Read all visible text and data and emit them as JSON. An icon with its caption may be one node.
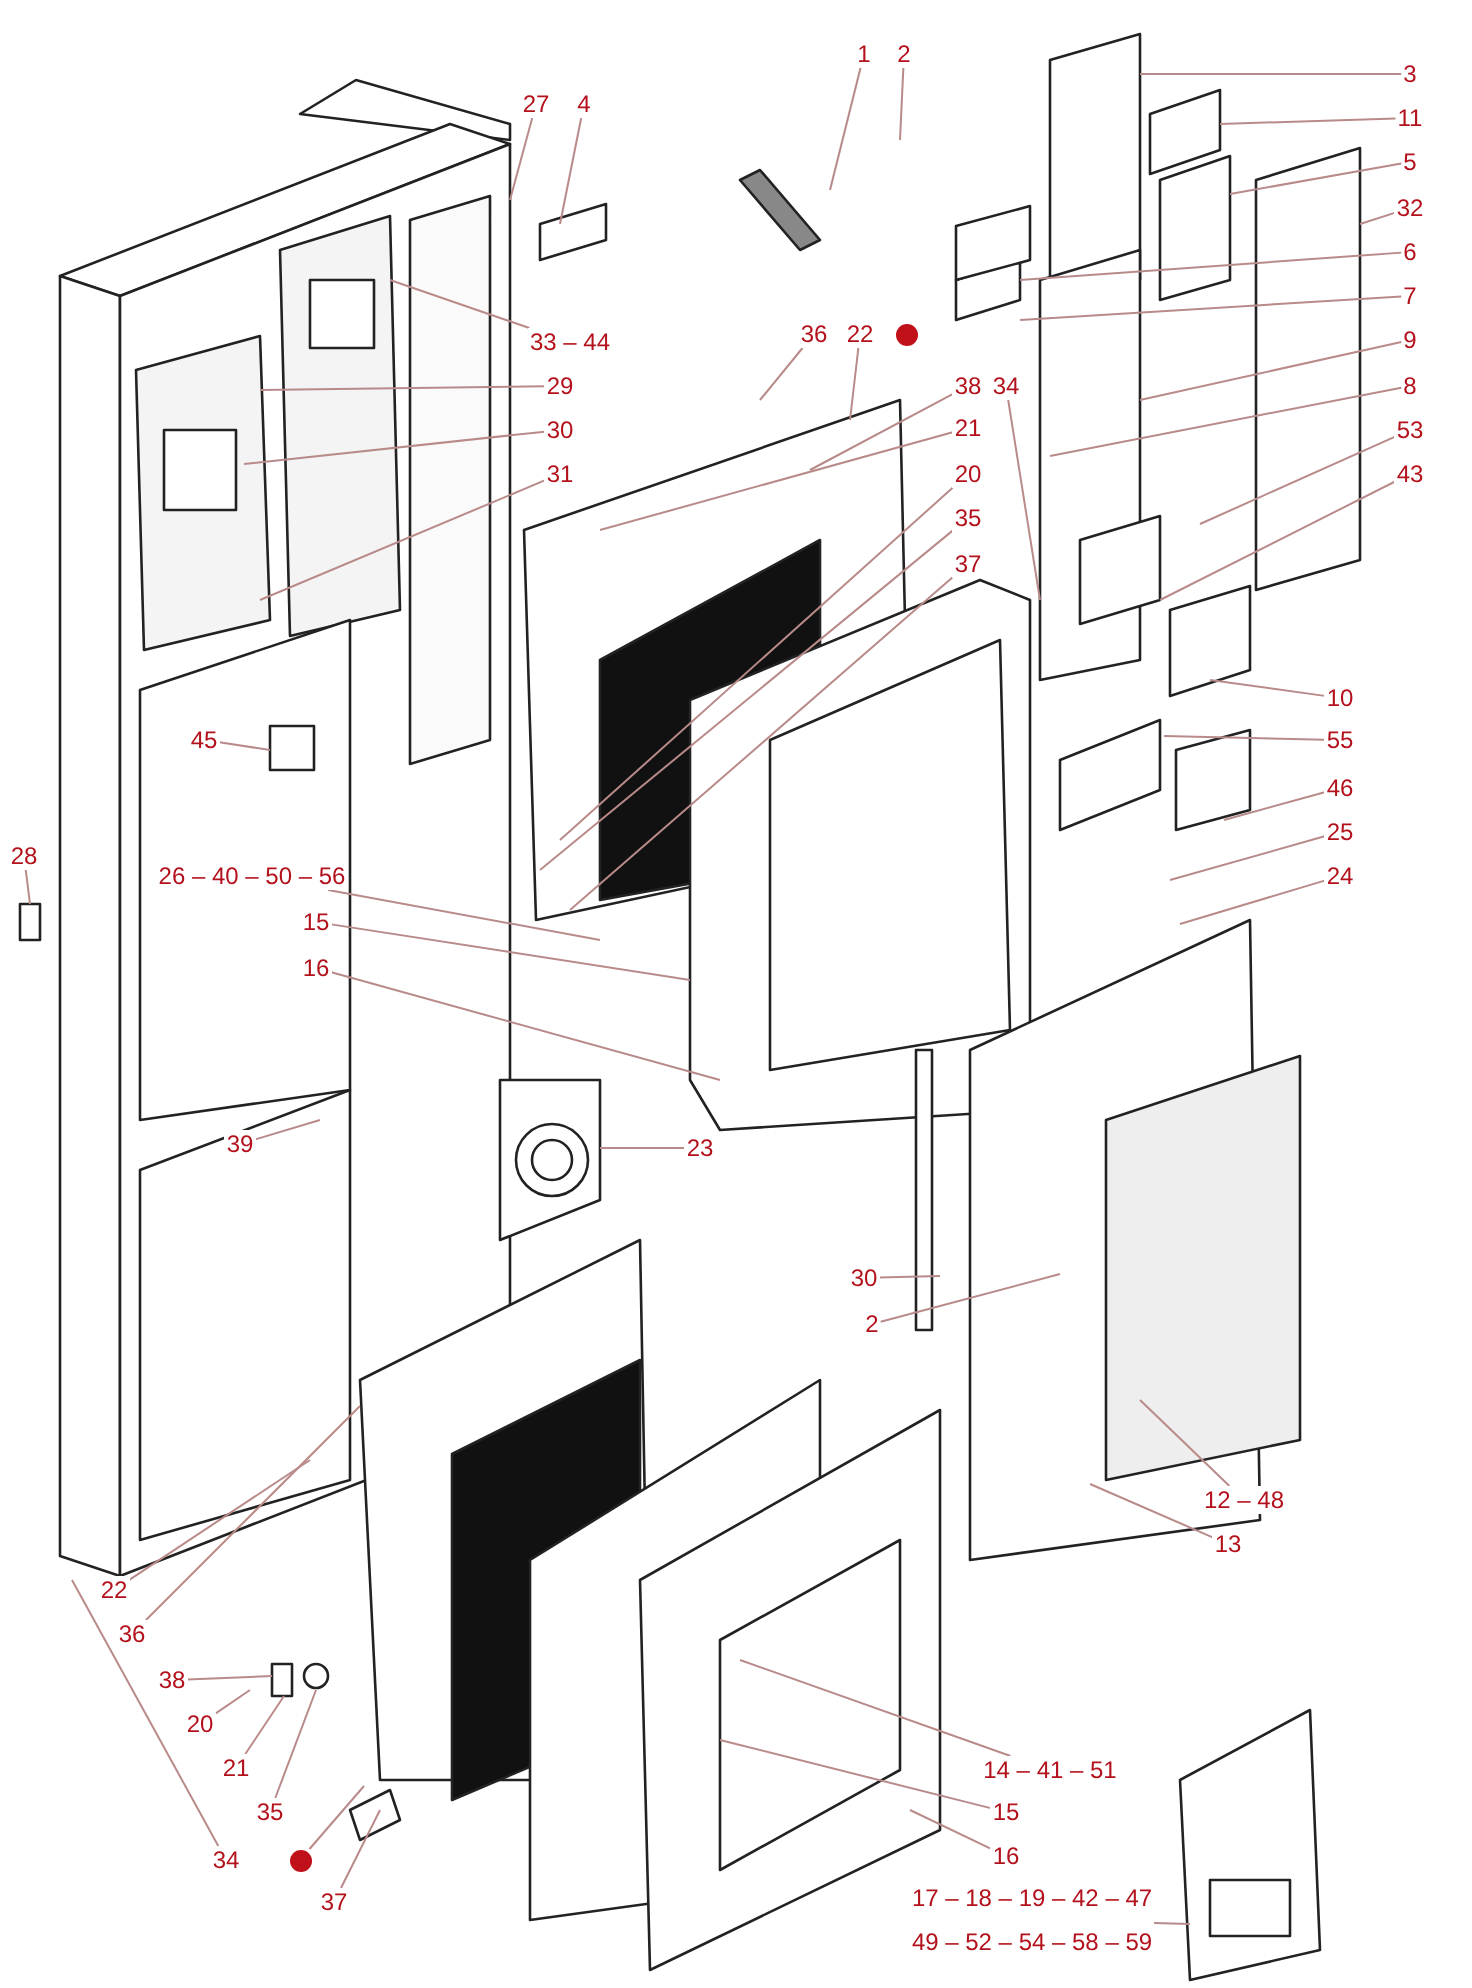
{
  "diagram": {
    "nodes": [
      {
        "text": [
          "1"
        ]
      },
      {
        "text": [
          "2"
        ]
      },
      {
        "text": [
          "27"
        ]
      },
      {
        "text": [
          "4"
        ]
      },
      {
        "text": [
          "3"
        ]
      },
      {
        "text": [
          "11"
        ]
      },
      {
        "text": [
          "5"
        ]
      },
      {
        "text": [
          "32"
        ]
      },
      {
        "text": [
          "6"
        ]
      },
      {
        "text": [
          "7"
        ]
      },
      {
        "text": [
          "33 – 44"
        ]
      },
      {
        "text": [
          "36"
        ]
      },
      {
        "text": [
          "22"
        ]
      },
      {
        "text": [],
        "shape": "circle"
      },
      {
        "text": [
          "9"
        ]
      },
      {
        "text": [
          "38"
        ]
      },
      {
        "text": [
          "34"
        ]
      },
      {
        "text": [
          "29"
        ]
      },
      {
        "text": [
          "8"
        ]
      },
      {
        "text": [
          "30"
        ]
      },
      {
        "text": [
          "21"
        ]
      },
      {
        "text": [
          "53"
        ]
      },
      {
        "text": [
          "31"
        ]
      },
      {
        "text": [
          "20"
        ]
      },
      {
        "text": [
          "43"
        ]
      },
      {
        "text": [
          "35"
        ]
      },
      {
        "text": [
          "37"
        ]
      },
      {
        "text": [
          "10"
        ]
      },
      {
        "text": [
          "45"
        ]
      },
      {
        "text": [
          "55"
        ]
      },
      {
        "text": [
          "46"
        ]
      },
      {
        "text": [
          "25"
        ]
      },
      {
        "text": [
          "28"
        ]
      },
      {
        "text": [
          "26 – 40 – 50 – 56"
        ]
      },
      {
        "text": [
          "24"
        ]
      },
      {
        "text": [
          "15"
        ]
      },
      {
        "text": [
          "16"
        ]
      },
      {
        "text": [
          "39"
        ]
      },
      {
        "text": [
          "23"
        ]
      },
      {
        "text": [
          "30"
        ]
      },
      {
        "text": [
          "2"
        ]
      },
      {
        "text": [
          "12 – 48"
        ]
      },
      {
        "text": [
          "13"
        ]
      },
      {
        "text": [
          "22"
        ]
      },
      {
        "text": [
          "36"
        ]
      },
      {
        "text": [
          "38"
        ]
      },
      {
        "text": [
          "20"
        ]
      },
      {
        "text": [
          "21"
        ]
      },
      {
        "text": [
          "35"
        ]
      },
      {
        "text": [
          "34"
        ]
      },
      {
        "text": [],
        "shape": "circle"
      },
      {
        "text": [
          "37"
        ]
      },
      {
        "text": [
          "14 – 41 – 51"
        ]
      },
      {
        "text": [
          "15"
        ]
      },
      {
        "text": [
          "16"
        ]
      },
      {
        "text": [
          "17 – 18 – 19 – 42 – 47",
          "49 – 52 – 54 – 58 – 59"
        ]
      }
    ],
    "edges": [
      {
        "from": 0,
        "to": null,
        "arrow": "none"
      },
      {
        "from": 1,
        "to": null,
        "arrow": "none"
      },
      {
        "from": 2,
        "to": null,
        "arrow": "none"
      },
      {
        "from": 3,
        "to": null,
        "arrow": "none"
      },
      {
        "from": 4,
        "to": null,
        "arrow": "none"
      },
      {
        "from": 5,
        "to": null,
        "arrow": "none"
      },
      {
        "from": 6,
        "to": null,
        "arrow": "none"
      },
      {
        "from": 7,
        "to": null,
        "arrow": "none"
      },
      {
        "from": 8,
        "to": null,
        "arrow": "none"
      },
      {
        "from": 9,
        "to": null,
        "arrow": "none"
      },
      {
        "from": 10,
        "to": null,
        "arrow": "none"
      },
      {
        "from": 11,
        "to": null,
        "arrow": "none"
      },
      {
        "from": 12,
        "to": null,
        "arrow": "none"
      },
      {
        "from": 14,
        "to": null,
        "arrow": "none"
      },
      {
        "from": 15,
        "to": null,
        "arrow": "none"
      },
      {
        "from": 16,
        "to": null,
        "arrow": "none"
      },
      {
        "from": 17,
        "to": null,
        "arrow": "none"
      },
      {
        "from": 18,
        "to": null,
        "arrow": "none"
      },
      {
        "from": 19,
        "to": null,
        "arrow": "none"
      },
      {
        "from": 20,
        "to": null,
        "arrow": "none"
      },
      {
        "from": 21,
        "to": null,
        "arrow": "none"
      },
      {
        "from": 22,
        "to": null,
        "arrow": "none"
      },
      {
        "from": 23,
        "to": null,
        "arrow": "none"
      },
      {
        "from": 24,
        "to": null,
        "arrow": "none"
      },
      {
        "from": 25,
        "to": null,
        "arrow": "none"
      },
      {
        "from": 26,
        "to": null,
        "arrow": "none"
      },
      {
        "from": 27,
        "to": null,
        "arrow": "none"
      },
      {
        "from": 28,
        "to": null,
        "arrow": "none"
      },
      {
        "from": 29,
        "to": null,
        "arrow": "none"
      },
      {
        "from": 30,
        "to": null,
        "arrow": "none"
      },
      {
        "from": 31,
        "to": null,
        "arrow": "none"
      },
      {
        "from": 32,
        "to": null,
        "arrow": "none"
      },
      {
        "from": 33,
        "to": null,
        "arrow": "none"
      },
      {
        "from": 34,
        "to": null,
        "arrow": "none"
      },
      {
        "from": 35,
        "to": null,
        "arrow": "none"
      },
      {
        "from": 36,
        "to": null,
        "arrow": "none"
      },
      {
        "from": 37,
        "to": null,
        "arrow": "none"
      },
      {
        "from": 38,
        "to": null,
        "arrow": "none"
      },
      {
        "from": 39,
        "to": null,
        "arrow": "none"
      },
      {
        "from": 40,
        "to": null,
        "arrow": "none"
      },
      {
        "from": 41,
        "to": null,
        "arrow": "none"
      },
      {
        "from": 42,
        "to": null,
        "arrow": "none"
      },
      {
        "from": 43,
        "to": null,
        "arrow": "none"
      },
      {
        "from": 44,
        "to": null,
        "arrow": "none"
      },
      {
        "from": 45,
        "to": null,
        "arrow": "none"
      },
      {
        "from": 46,
        "to": null,
        "arrow": "none"
      },
      {
        "from": 47,
        "to": null,
        "arrow": "none"
      },
      {
        "from": 48,
        "to": null,
        "arrow": "none"
      },
      {
        "from": 49,
        "to": null,
        "arrow": "none"
      },
      {
        "from": 50,
        "to": null,
        "arrow": "none"
      },
      {
        "from": 51,
        "to": null,
        "arrow": "none"
      },
      {
        "from": 52,
        "to": null,
        "arrow": "none"
      },
      {
        "from": 53,
        "to": null,
        "arrow": "none"
      },
      {
        "from": 54,
        "to": null,
        "arrow": "none"
      },
      {
        "from": 55,
        "to": null,
        "arrow": "none"
      }
    ]
  }
}
